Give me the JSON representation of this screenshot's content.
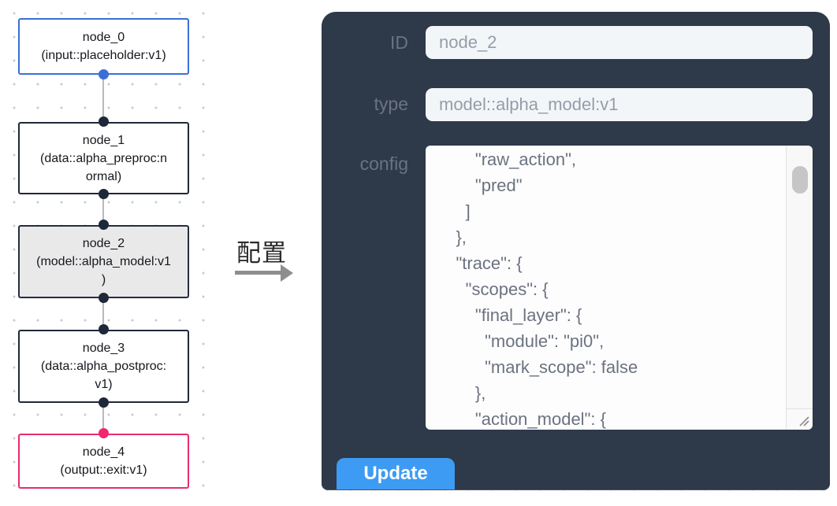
{
  "flow": {
    "nodes": [
      {
        "id": "node_0",
        "type": "input::placeholder:v1",
        "label_lines": [
          "node_0",
          "(input::placeholder:v1)"
        ],
        "selected": false
      },
      {
        "id": "node_1",
        "type": "data::alpha_preproc:normal",
        "label_lines": [
          "node_1",
          "(data::alpha_preproc:n",
          "ormal)"
        ],
        "selected": false
      },
      {
        "id": "node_2",
        "type": "model::alpha_model:v1",
        "label_lines": [
          "node_2",
          "(model::alpha_model:v1",
          ")"
        ],
        "selected": true
      },
      {
        "id": "node_3",
        "type": "data::alpha_postproc:v1",
        "label_lines": [
          "node_3",
          "(data::alpha_postproc:",
          "v1)"
        ],
        "selected": false
      },
      {
        "id": "node_4",
        "type": "output::exit:v1",
        "label_lines": [
          "node_4",
          "(output::exit:v1)"
        ],
        "selected": false
      }
    ],
    "colors": {
      "input_node_accent": "#3b6fd6",
      "default_node_border": "#1f2838",
      "output_node_accent": "#e82c6e",
      "selected_node_bg": "#e9e9ea"
    }
  },
  "annotation": {
    "label": "配置"
  },
  "inspector": {
    "id_label": "ID",
    "id_value": "node_2",
    "type_label": "type",
    "type_value": "model::alpha_model:v1",
    "config_label": "config",
    "config_lines": [
      "        \"raw_action\",",
      "        \"pred\"",
      "      ]",
      "    },",
      "    \"trace\": {",
      "      \"scopes\": {",
      "        \"final_layer\": {",
      "          \"module\": \"pi0\",",
      "          \"mark_scope\": false",
      "        },",
      "        \"action_model\": {"
    ],
    "update_label": "Update",
    "colors": {
      "panel_bg": "#2e3949",
      "field_bg": "#f3f6f9",
      "label_text": "#6b7380",
      "button_bg": "#3d9bf3"
    }
  }
}
